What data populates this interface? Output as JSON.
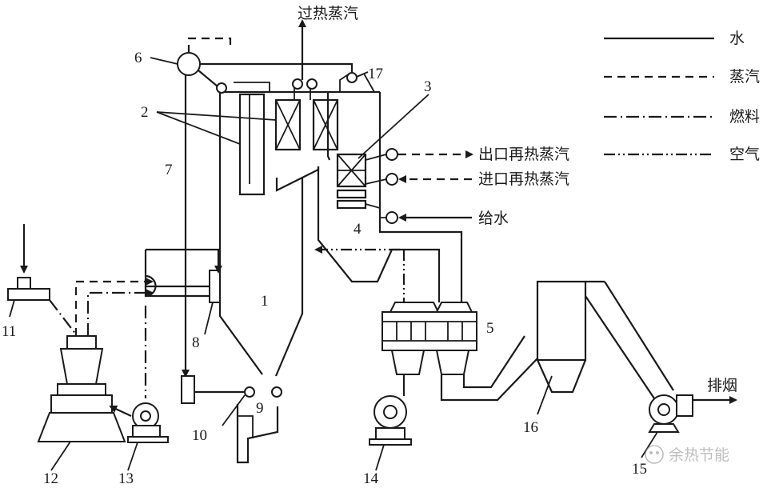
{
  "labels": {
    "superheated_steam": "过热蒸汽",
    "outlet_reheat_steam": "出口再热蒸汽",
    "inlet_reheat_steam": "进口再热蒸汽",
    "feed_water": "给水",
    "flue_gas_exhaust": "排烟"
  },
  "legend": [
    {
      "label": "水",
      "style": "solid"
    },
    {
      "label": "蒸汽",
      "style": "dashed"
    },
    {
      "label": "燃料",
      "style": "dash-dot"
    },
    {
      "label": "空气",
      "style": "dash-dot-dot"
    }
  ],
  "numbers": {
    "n1": "1",
    "n2": "2",
    "n3": "3",
    "n4": "4",
    "n5": "5",
    "n6": "6",
    "n7": "7",
    "n8": "8",
    "n9": "9",
    "n10": "10",
    "n11": "11",
    "n12": "12",
    "n13": "13",
    "n14": "14",
    "n15": "15",
    "n16": "16",
    "n17": "17"
  },
  "watermark": "余热节能"
}
